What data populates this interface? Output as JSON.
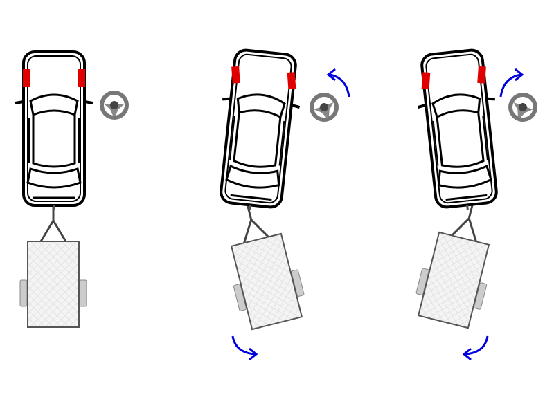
{
  "diagram": {
    "panels": [
      {
        "name": "straight",
        "steering": "center",
        "arrows": []
      },
      {
        "name": "steer-left",
        "steering": "left",
        "arrows": [
          "steering-arrow-left",
          "trailer-arrow-right"
        ]
      },
      {
        "name": "steer-right",
        "steering": "right",
        "arrows": [
          "steering-arrow-right",
          "trailer-arrow-left"
        ]
      }
    ],
    "colors": {
      "wheel_highlight": "#e00000",
      "arrow": "#0000dd",
      "car_outline": "#000000",
      "trailer_outline": "#555555",
      "trailer_fill": "#f2f2f2",
      "steering_wheel": "#555555"
    },
    "icons": [
      "car-top-view-icon",
      "trailer-icon",
      "steering-wheel-icon",
      "curved-arrow-icon"
    ]
  }
}
